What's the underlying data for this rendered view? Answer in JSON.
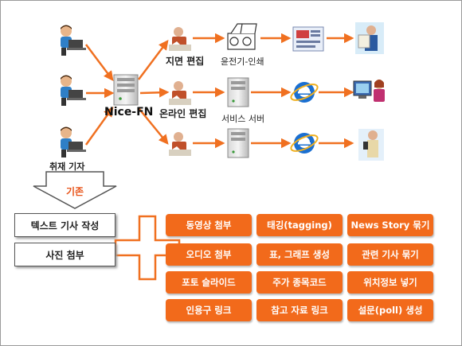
{
  "labels": {
    "hub": "Nice-FN",
    "reporter": "취재 기자",
    "print_edit": "지면 편집",
    "press": "윤전기-인쇄",
    "online_edit": "온라인 편집",
    "service_server": "서비스 서버",
    "legacy": "기존"
  },
  "legacy_items": [
    "텍스트 기사 작성",
    "사진 첨부"
  ],
  "features": [
    "동영상 첨부",
    "태깅(tagging)",
    "News Story 묶기",
    "오디오 첨부",
    "표, 그래프 생성",
    "관련 기사 묶기",
    "포토 슬라이드",
    "주가 종목코드",
    "위치정보 넣기",
    "인용구 링크",
    "참고 자료 링크",
    "설문(poll) 생성"
  ],
  "colors": {
    "accent": "#f26a1b",
    "arrow": "#f07020",
    "ie_blue": "#1a6fd1"
  }
}
